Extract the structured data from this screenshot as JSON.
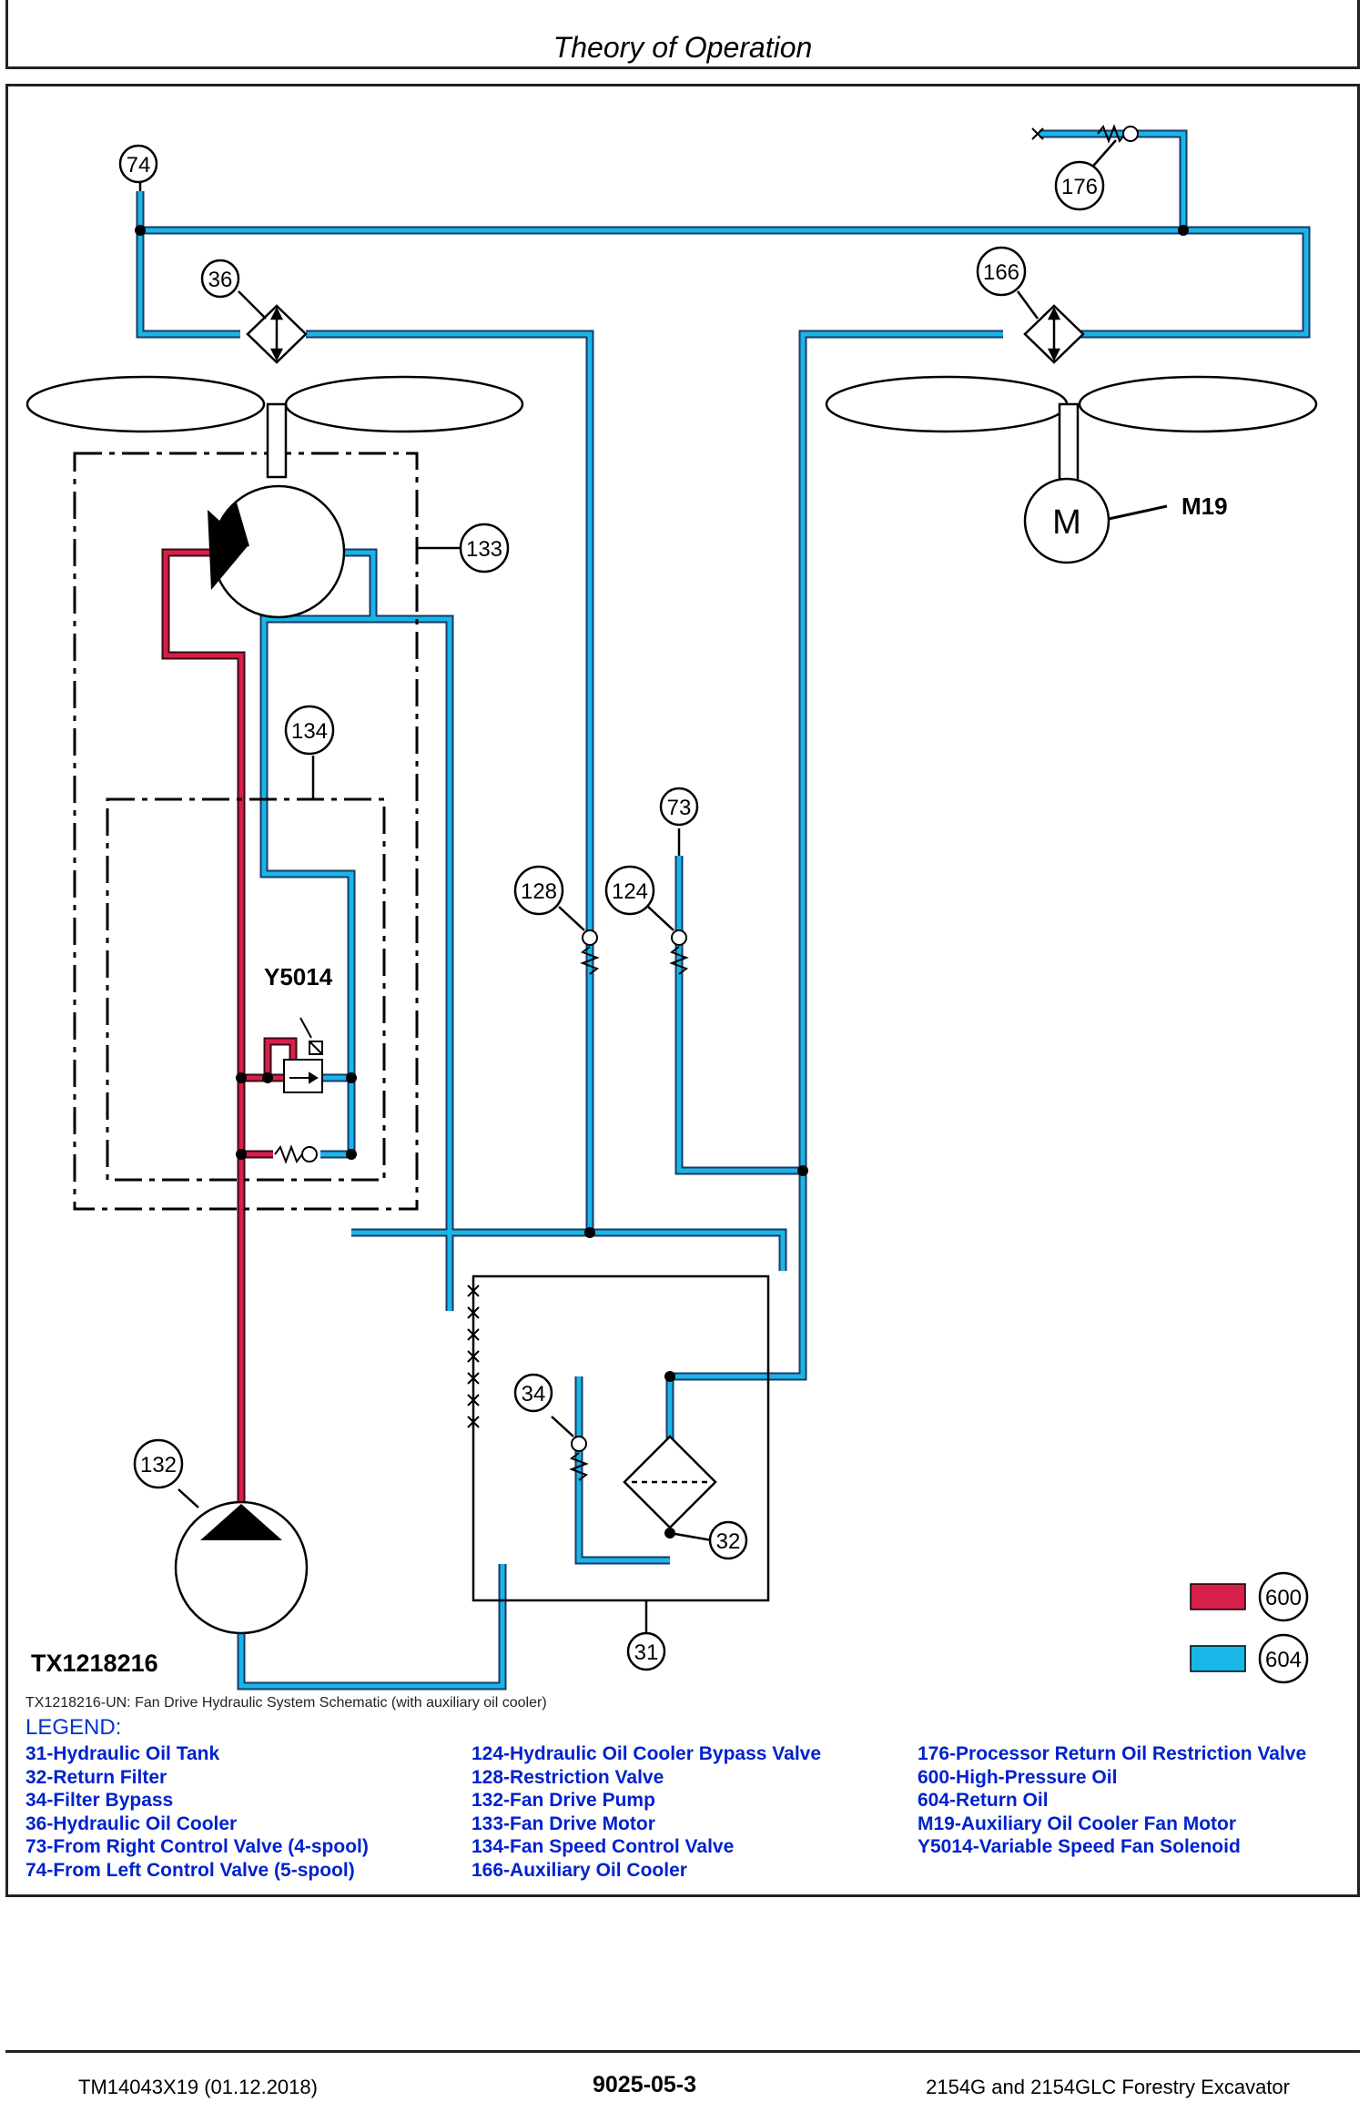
{
  "header": {
    "title": "Theory of Operation"
  },
  "diagram": {
    "callouts": [
      "74",
      "176",
      "36",
      "166",
      "133",
      "134",
      "73",
      "128",
      "124",
      "34",
      "32",
      "132",
      "31",
      "600",
      "604"
    ],
    "labels": {
      "m19": "M19",
      "y5014": "Y5014",
      "motor_symbol": "M"
    },
    "colors": {
      "high_pressure": "#d6204a",
      "return": "#19b6e8"
    },
    "swatch_600": "600",
    "swatch_604": "604"
  },
  "figure": {
    "id": "TX1218216",
    "caption": "TX1218216-UN: Fan Drive Hydraulic System Schematic (with auxiliary oil cooler)"
  },
  "legend": {
    "title": "LEGEND:",
    "col1": [
      "31-Hydraulic Oil Tank",
      "32-Return Filter",
      "34-Filter Bypass",
      "36-Hydraulic Oil Cooler",
      "73-From Right Control Valve (4-spool)",
      "74-From Left Control Valve (5-spool)"
    ],
    "col2": [
      "124-Hydraulic Oil Cooler Bypass Valve",
      "128-Restriction Valve",
      "132-Fan Drive Pump",
      "133-Fan Drive Motor",
      "134-Fan Speed Control Valve",
      "166-Auxiliary Oil Cooler"
    ],
    "col3": [
      "176-Processor Return Oil Restriction Valve",
      "600-High-Pressure Oil",
      "604-Return Oil",
      "M19-Auxiliary Oil Cooler Fan Motor",
      "Y5014-Variable Speed Fan Solenoid"
    ]
  },
  "footer": {
    "left": "TM14043X19 (01.12.2018)",
    "center": "9025-05-3",
    "right": "2154G and 2154GLC Forestry Excavator"
  }
}
